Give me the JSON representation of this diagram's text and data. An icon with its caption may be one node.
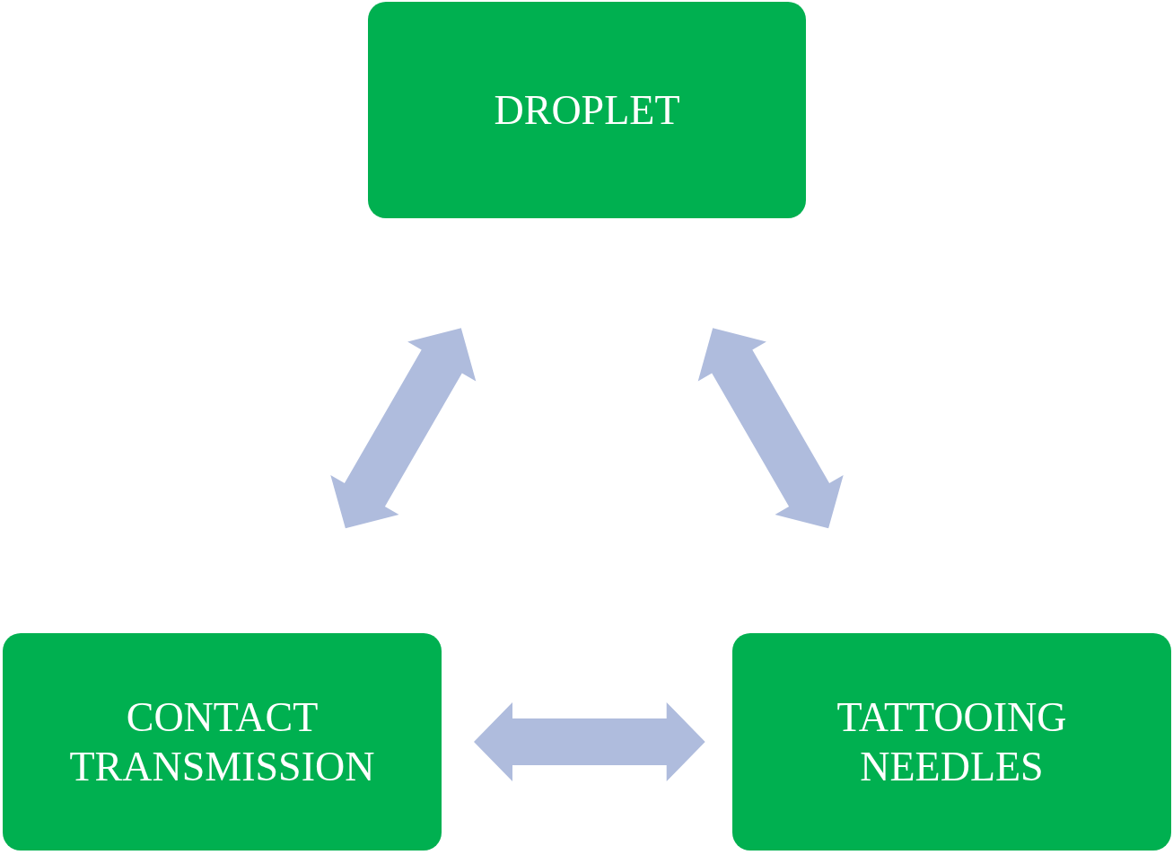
{
  "diagram": {
    "nodes": [
      {
        "text": [
          "DROPLET"
        ]
      },
      {
        "text": [
          "CONTACT TRANSMISSION"
        ]
      },
      {
        "text": [
          "TATTOOING NEEDLES"
        ]
      }
    ],
    "edges": [
      {
        "from": 0,
        "to": 1,
        "arrow": "both"
      },
      {
        "from": 0,
        "to": 2,
        "arrow": "both"
      },
      {
        "from": 1,
        "to": 2,
        "arrow": "both"
      }
    ]
  }
}
